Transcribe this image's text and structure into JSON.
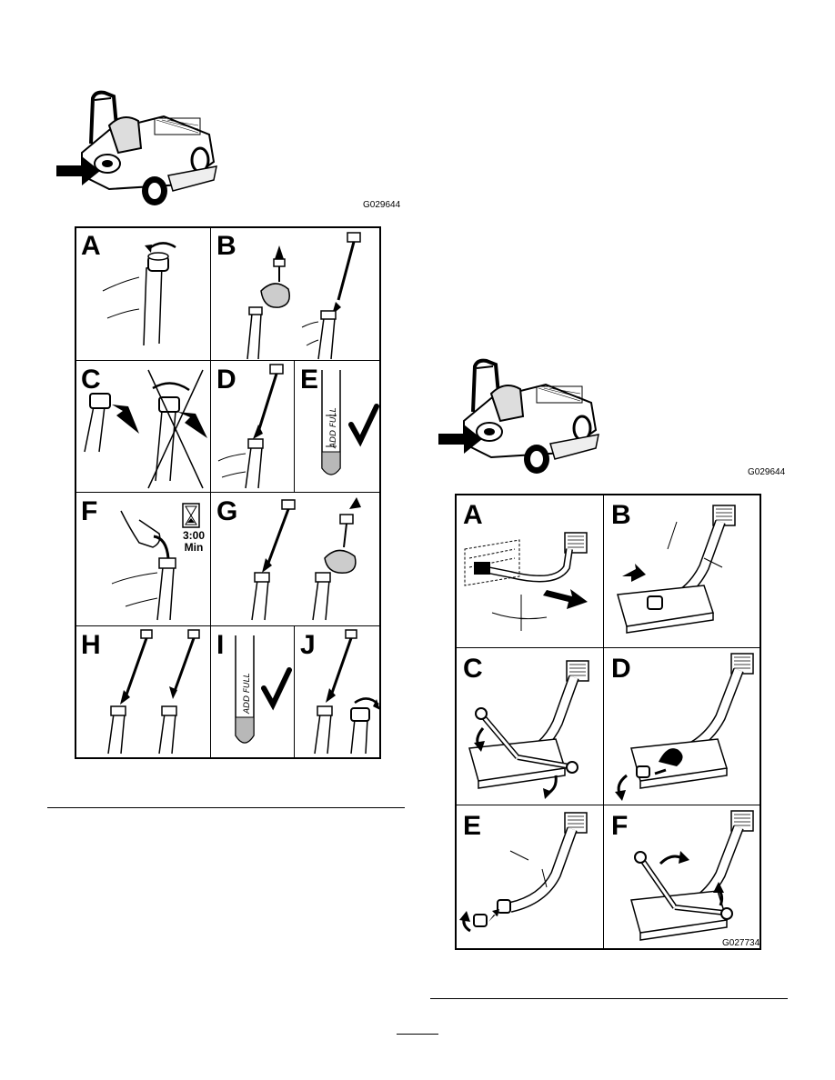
{
  "figure1": {
    "mower_code": "G029644",
    "panels": [
      {
        "label": "A"
      },
      {
        "label": "B"
      },
      {
        "label": "C"
      },
      {
        "label": "D"
      },
      {
        "label": "E",
        "gauge_text": "ADD FULL"
      },
      {
        "label": "F",
        "timer_line1": "3:00",
        "timer_line2": "Min"
      },
      {
        "label": "G"
      },
      {
        "label": "H"
      },
      {
        "label": "I",
        "gauge_text": "ADD FULL"
      },
      {
        "label": "J"
      }
    ]
  },
  "figure2": {
    "mower_code": "G029644",
    "panel_code": "G027734",
    "panels": [
      {
        "label": "A"
      },
      {
        "label": "B"
      },
      {
        "label": "C"
      },
      {
        "label": "D"
      },
      {
        "label": "E"
      },
      {
        "label": "F"
      }
    ]
  },
  "colors": {
    "ink": "#000000",
    "gauge_fill": "#b8b8b8",
    "paper": "#ffffff"
  }
}
